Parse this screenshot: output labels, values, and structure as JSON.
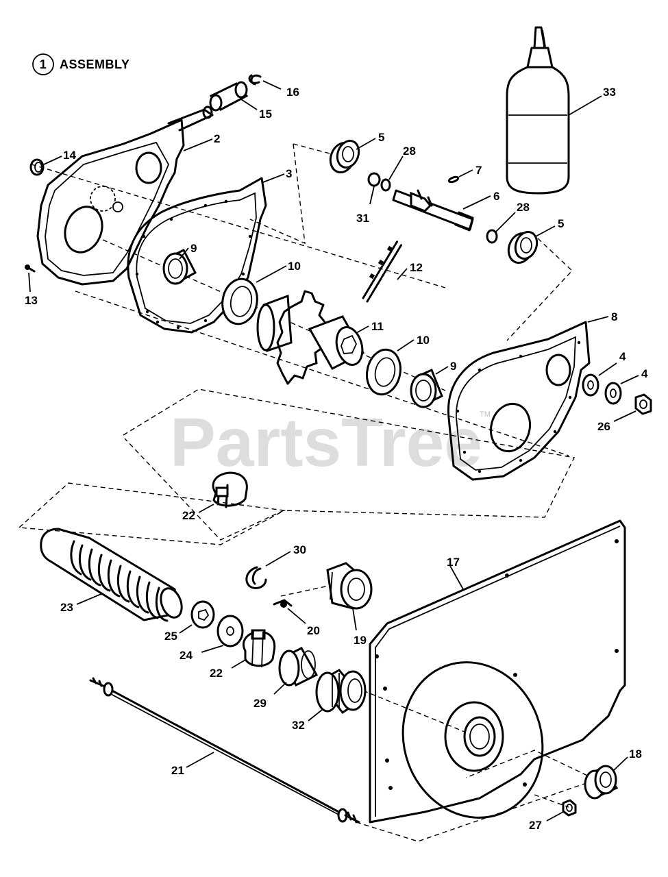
{
  "header": {
    "badge_number": "1",
    "title": "ASSEMBLY"
  },
  "watermark": {
    "text": "PartsTree",
    "trademark": "TM"
  },
  "callouts": [
    {
      "id": "16",
      "text": "16"
    },
    {
      "id": "15",
      "text": "15"
    },
    {
      "id": "2",
      "text": "2"
    },
    {
      "id": "14",
      "text": "14"
    },
    {
      "id": "3",
      "text": "3"
    },
    {
      "id": "5a",
      "text": "5"
    },
    {
      "id": "28a",
      "text": "28"
    },
    {
      "id": "7",
      "text": "7"
    },
    {
      "id": "6",
      "text": "6"
    },
    {
      "id": "31",
      "text": "31"
    },
    {
      "id": "28b",
      "text": "28"
    },
    {
      "id": "5b",
      "text": "5"
    },
    {
      "id": "33",
      "text": "33"
    },
    {
      "id": "9a",
      "text": "9"
    },
    {
      "id": "10a",
      "text": "10"
    },
    {
      "id": "12",
      "text": "12"
    },
    {
      "id": "13",
      "text": "13"
    },
    {
      "id": "11",
      "text": "11"
    },
    {
      "id": "10b",
      "text": "10"
    },
    {
      "id": "8",
      "text": "8"
    },
    {
      "id": "9b",
      "text": "9"
    },
    {
      "id": "4a",
      "text": "4"
    },
    {
      "id": "4b",
      "text": "4"
    },
    {
      "id": "26",
      "text": "26"
    },
    {
      "id": "22a",
      "text": "22"
    },
    {
      "id": "30",
      "text": "30"
    },
    {
      "id": "17",
      "text": "17"
    },
    {
      "id": "23",
      "text": "23"
    },
    {
      "id": "20",
      "text": "20"
    },
    {
      "id": "19",
      "text": "19"
    },
    {
      "id": "25",
      "text": "25"
    },
    {
      "id": "24",
      "text": "24"
    },
    {
      "id": "22b",
      "text": "22"
    },
    {
      "id": "29",
      "text": "29"
    },
    {
      "id": "32",
      "text": "32"
    },
    {
      "id": "21",
      "text": "21"
    },
    {
      "id": "18",
      "text": "18"
    },
    {
      "id": "27",
      "text": "27"
    }
  ]
}
